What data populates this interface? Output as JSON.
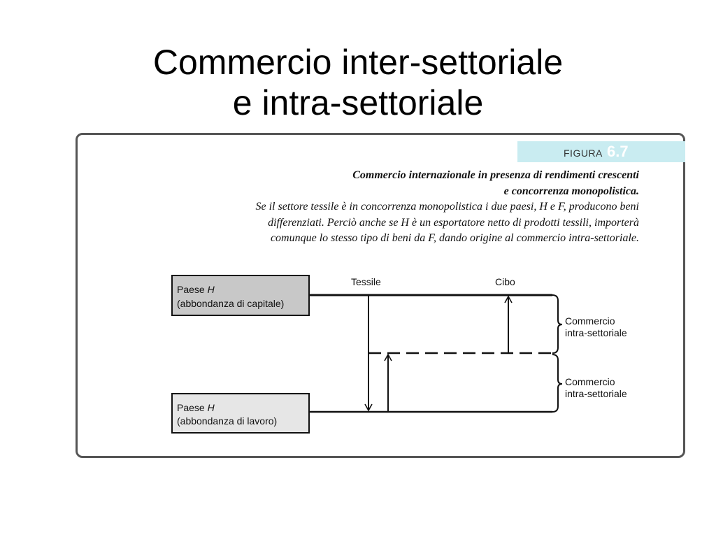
{
  "slide": {
    "title_line1": "Commercio inter-settoriale",
    "title_line2": "e intra-settoriale"
  },
  "figure": {
    "tab_label": "FIGURA",
    "tab_number": "6.7",
    "caption_title_line1": "Commercio internazionale in presenza di rendimenti crescenti",
    "caption_title_line2": "e concorrenza monopolistica.",
    "caption_body_line1": "Se il settore tessile è in concorrenza monopolistica i due paesi, H e F, producono beni",
    "caption_body_line2": "differenziati. Perciò anche se H è un esportatore netto di prodotti tessili, importerà",
    "caption_body_line3": "comunque lo stesso tipo di beni da F, dando origine al commercio intra-settoriale."
  },
  "diagram": {
    "col_tessile": "Tessile",
    "col_cibo": "Cibo",
    "country_top_name": "Paese ",
    "country_top_letter": "H",
    "country_top_desc": "(abbondanza di capitale)",
    "country_bottom_name": "Paese ",
    "country_bottom_letter": "H",
    "country_bottom_desc": "(abbondanza di lavoro)",
    "brace_top_line1": "Commercio",
    "brace_top_line2": "intra-settoriale",
    "brace_bottom_line1": "Commercio",
    "brace_bottom_line2": "intra-settoriale"
  },
  "colors": {
    "tab_bg": "#c9ecf1",
    "country_top_fill": "#c8c8c8",
    "country_bottom_fill": "#e6e6e6"
  }
}
